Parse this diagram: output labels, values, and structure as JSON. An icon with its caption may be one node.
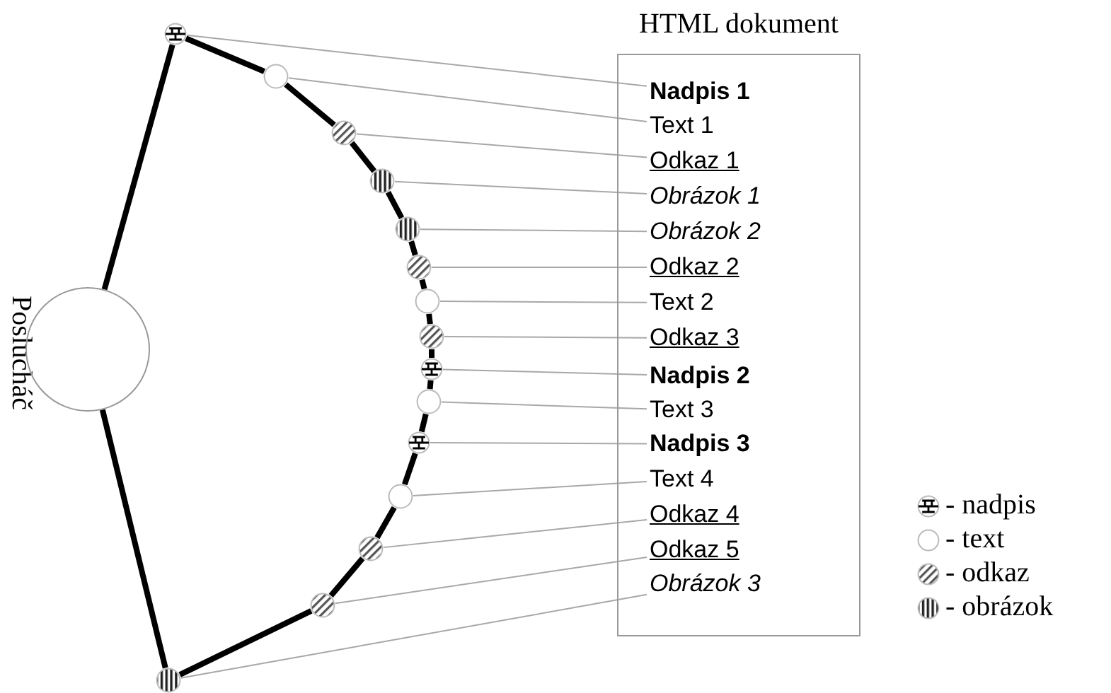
{
  "diagram": {
    "nodes": [
      {
        "text": [
          "HTML dokument"
        ]
      },
      {
        "text": [
          "Nadpis 1"
        ],
        "in": 0
      },
      {
        "text": [
          "Text 1"
        ],
        "in": 0
      },
      {
        "text": [
          "Odkaz 1"
        ],
        "in": 0
      },
      {
        "text": [
          "Obrázok 1"
        ],
        "in": 0
      },
      {
        "text": [
          "Obrázok 2"
        ],
        "in": 0
      },
      {
        "text": [
          "Odkaz 2"
        ],
        "in": 0
      },
      {
        "text": [
          "Text 2"
        ],
        "in": 0
      },
      {
        "text": [
          "Odkaz 3"
        ],
        "in": 0
      },
      {
        "text": [
          "Nadpis 2"
        ],
        "in": 0
      },
      {
        "text": [
          "Text 3"
        ],
        "in": 0
      },
      {
        "text": [
          "Nadpis 3"
        ],
        "in": 0
      },
      {
        "text": [
          "Text 4"
        ],
        "in": 0
      },
      {
        "text": [
          "Odkaz 4"
        ],
        "in": 0
      },
      {
        "text": [
          "Odkaz 5"
        ],
        "in": 0
      },
      {
        "text": [
          "Obrázok 3"
        ],
        "in": 0
      },
      {
        "text": [],
        "shape": "circle",
        "beside": [
          "Poslucháč"
        ]
      },
      {
        "text": [],
        "shape": "circle"
      },
      {
        "text": [],
        "shape": "circle"
      },
      {
        "text": [],
        "shape": "circle"
      },
      {
        "text": [],
        "shape": "circle"
      },
      {
        "text": [],
        "shape": "circle"
      },
      {
        "text": [],
        "shape": "circle"
      },
      {
        "text": [],
        "shape": "circle"
      },
      {
        "text": [],
        "shape": "circle"
      },
      {
        "text": [],
        "shape": "circle"
      },
      {
        "text": [],
        "shape": "circle"
      },
      {
        "text": [],
        "shape": "circle"
      },
      {
        "text": [],
        "shape": "circle"
      },
      {
        "text": [],
        "shape": "circle"
      },
      {
        "text": [],
        "shape": "circle"
      },
      {
        "text": [],
        "shape": "circle"
      }
    ],
    "edges": [
      {
        "from": 16,
        "to": 17,
        "arrow": "none"
      },
      {
        "from": 16,
        "to": 31,
        "arrow": "none"
      },
      {
        "from": 17,
        "to": 18,
        "arrow": "none"
      },
      {
        "from": 18,
        "to": 19,
        "arrow": "none"
      },
      {
        "from": 19,
        "to": 20,
        "arrow": "none"
      },
      {
        "from": 20,
        "to": 21,
        "arrow": "none"
      },
      {
        "from": 21,
        "to": 22,
        "arrow": "none"
      },
      {
        "from": 22,
        "to": 23,
        "arrow": "none"
      },
      {
        "from": 23,
        "to": 24,
        "arrow": "none"
      },
      {
        "from": 24,
        "to": 25,
        "arrow": "none"
      },
      {
        "from": 25,
        "to": 26,
        "arrow": "none"
      },
      {
        "from": 26,
        "to": 27,
        "arrow": "none"
      },
      {
        "from": 27,
        "to": 28,
        "arrow": "none"
      },
      {
        "from": 28,
        "to": 29,
        "arrow": "none"
      },
      {
        "from": 29,
        "to": 30,
        "arrow": "none"
      },
      {
        "from": 30,
        "to": 31,
        "arrow": "none"
      },
      {
        "from": 17,
        "to": 1,
        "arrow": "none",
        "color": "#a8a8a8"
      },
      {
        "from": 18,
        "to": 2,
        "arrow": "none",
        "color": "#a8a8a8"
      },
      {
        "from": 19,
        "to": 3,
        "arrow": "none",
        "color": "#a8a8a8"
      },
      {
        "from": 20,
        "to": 4,
        "arrow": "none",
        "color": "#a8a8a8"
      },
      {
        "from": 21,
        "to": 5,
        "arrow": "none",
        "color": "#a8a8a8"
      },
      {
        "from": 22,
        "to": 6,
        "arrow": "none",
        "color": "#a8a8a8"
      },
      {
        "from": 23,
        "to": 7,
        "arrow": "none",
        "color": "#a8a8a8"
      },
      {
        "from": 24,
        "to": 8,
        "arrow": "none",
        "color": "#a8a8a8"
      },
      {
        "from": 25,
        "to": 9,
        "arrow": "none",
        "color": "#a8a8a8"
      },
      {
        "from": 26,
        "to": 10,
        "arrow": "none",
        "color": "#a8a8a8"
      },
      {
        "from": 27,
        "to": 11,
        "arrow": "none",
        "color": "#a8a8a8"
      },
      {
        "from": 28,
        "to": 12,
        "arrow": "none",
        "color": "#a8a8a8"
      },
      {
        "from": 29,
        "to": 13,
        "arrow": "none",
        "color": "#a8a8a8"
      },
      {
        "from": 30,
        "to": 14,
        "arrow": "none",
        "color": "#a8a8a8"
      },
      {
        "from": 31,
        "to": 15,
        "arrow": "none",
        "color": "#a8a8a8"
      }
    ],
    "legend": [
      {
        "text": "- nadpis"
      },
      {
        "text": "- text"
      },
      {
        "text": "- odkaz"
      },
      {
        "text": "- obrázok"
      }
    ]
  }
}
